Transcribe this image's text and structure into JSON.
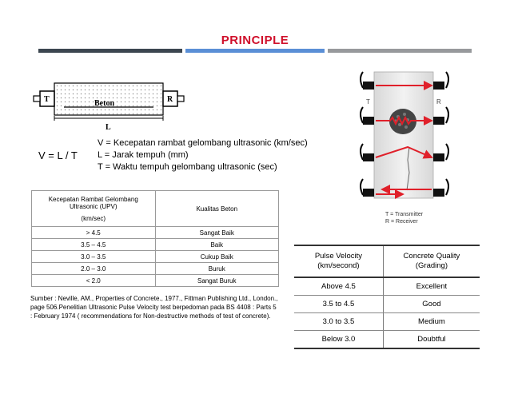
{
  "header": {
    "title": "PRINCIPLE"
  },
  "diagram_left": {
    "t_label": "T",
    "r_label": "R",
    "specimen_label": "Beton",
    "length_label": "L"
  },
  "formula": {
    "equation": "V = L / T",
    "definitions": [
      "V = Kecepatan rambat gelombang ultrasonic (km/sec)",
      "L = Jarak tempuh (mm)",
      "T = Waktu tempuh gelombang ultrasonic (sec)"
    ]
  },
  "table_indonesian": {
    "header_col1_line1": "Kecepatan Rambat Gelombang",
    "header_col1_line2": "Ultrasonic (UPV)",
    "header_col1_line3": "(km/sec)",
    "header_col2": "Kualitas Beton",
    "rows": [
      {
        "velocity": "> 4.5",
        "quality": "Sangat Baik"
      },
      {
        "velocity": "3.5 – 4.5",
        "quality": "Baik"
      },
      {
        "velocity": "3.0 – 3.5",
        "quality": "Cukup Baik"
      },
      {
        "velocity": "2.0 – 3.0",
        "quality": "Buruk"
      },
      {
        "velocity": "< 2.0",
        "quality": "Sangat Buruk"
      }
    ]
  },
  "source_note": "Sumber : Neville, AM., Properties of Concrete., 1977., Fittman Publishing Ltd., London., page 506.Penelitian Ultrasonic Pulse Velocity test berpedoman pada BS 4408 : Parts 5 : February 1974 ( recommendations for Non-destructive methods of test of concrete).",
  "diagram_right": {
    "t_label": "T",
    "r_label": "R",
    "legend_line1": "T = Transmitter",
    "legend_line2": "R = Receiver"
  },
  "table_english": {
    "header_col1_line1": "Pulse Velocity",
    "header_col1_line2": "(km/second)",
    "header_col2_line1": "Concrete Quality",
    "header_col2_line2": "(Grading)",
    "rows": [
      {
        "velocity": "Above 4.5",
        "quality": "Excellent"
      },
      {
        "velocity": "3.5  to  4.5",
        "quality": "Good"
      },
      {
        "velocity": "3.0  to  3.5",
        "quality": "Medium"
      },
      {
        "velocity": "Below 3.0",
        "quality": "Doubtful"
      }
    ]
  },
  "colors": {
    "title": "#d0102b",
    "bar_dark": "#3c4650",
    "bar_blue": "#5a8fd6",
    "bar_gray": "#97999c",
    "arrow_red": "#e0202a"
  }
}
